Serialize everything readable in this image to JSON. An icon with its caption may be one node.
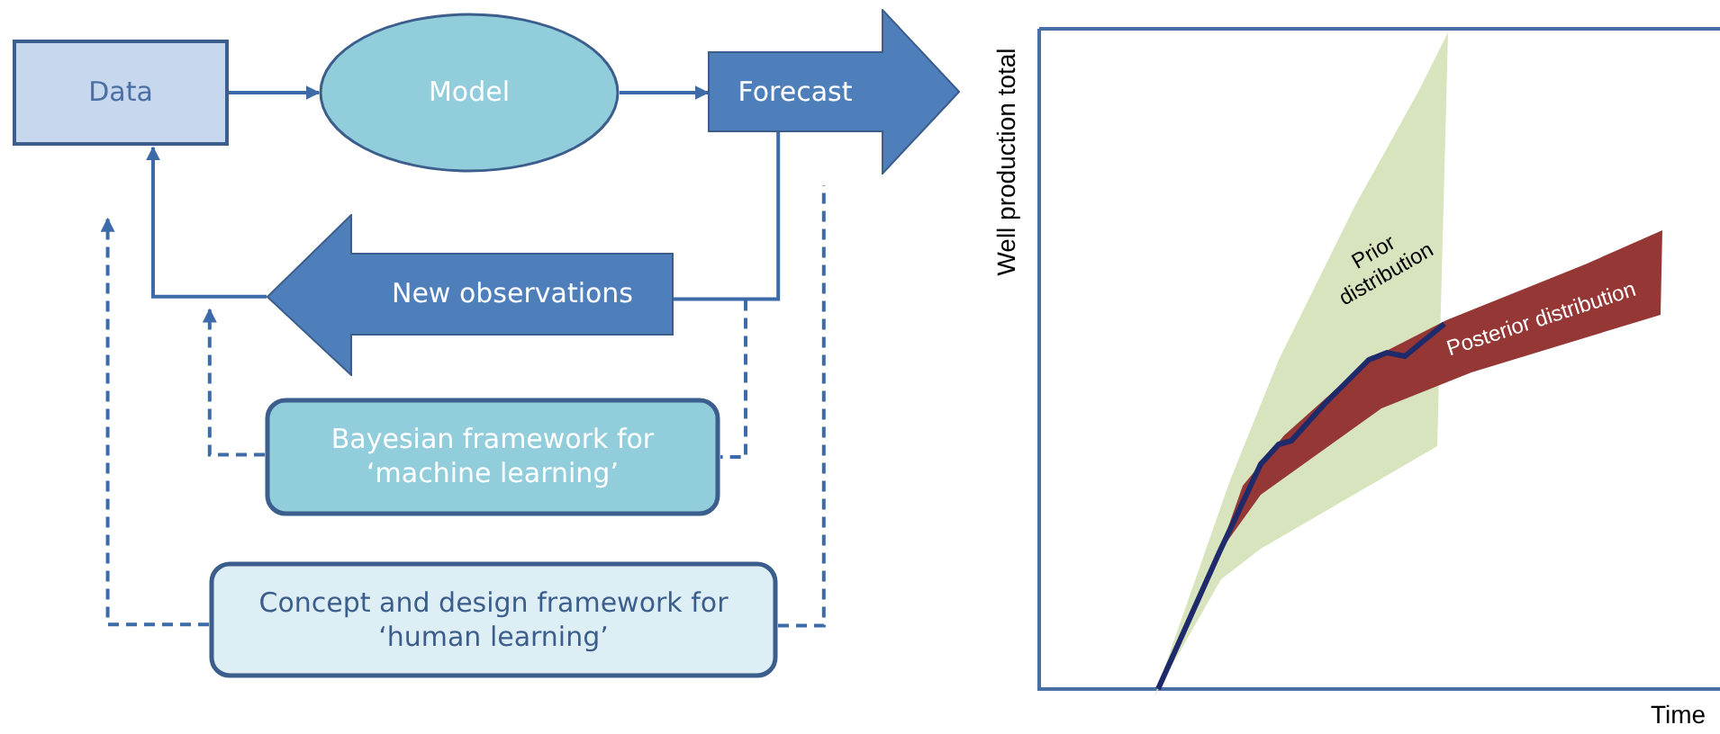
{
  "diagram": {
    "nodes": [
      {
        "text": [
          "Data"
        ]
      },
      {
        "text": [
          "Model"
        ]
      },
      {
        "text": [
          "Forecast"
        ]
      },
      {
        "text": [
          "New observations"
        ]
      },
      {
        "text": [
          "Bayesian framework for ‘machine learning’"
        ]
      },
      {
        "text": [
          "Concept and design framework for ‘human learning’"
        ]
      }
    ],
    "edges": [
      {
        "from": 0,
        "to": 1,
        "arrow": "to"
      },
      {
        "from": 1,
        "to": 2,
        "arrow": "to"
      },
      {
        "from": 2,
        "to": 3,
        "arrow": "none"
      },
      {
        "from": 3,
        "to": 0,
        "arrow": "to"
      },
      {
        "from": 4,
        "to": 3,
        "arrow": "to",
        "style": "dashed"
      },
      {
        "from": 3,
        "to": 4,
        "arrow": "none",
        "style": "dashed"
      },
      {
        "from": 5,
        "to": 0,
        "arrow": "to",
        "style": "dashed"
      },
      {
        "from": 5,
        "to": 2,
        "arrow": "none",
        "style": "dashed"
      }
    ],
    "labels": [
      "Well production total",
      "Prior distribution",
      "Posterior distribution",
      "Time"
    ]
  }
}
